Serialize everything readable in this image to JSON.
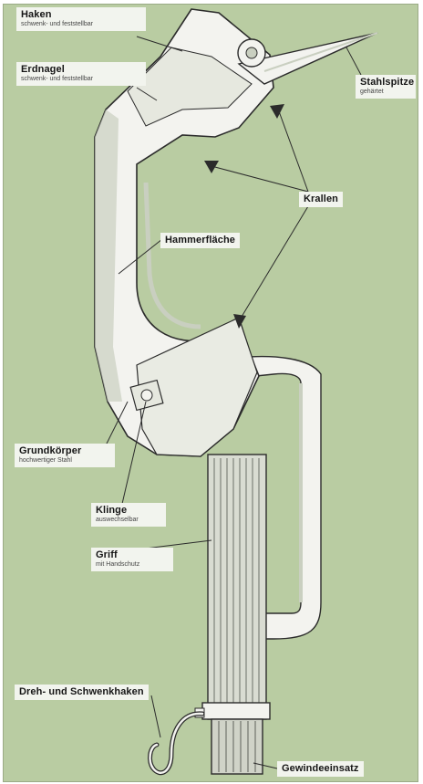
{
  "labels": {
    "haken": {
      "title": "Haken",
      "sub": "schwenk- und feststellbar"
    },
    "erdnagel": {
      "title": "Erdnagel",
      "sub": "schwenk- und feststellbar"
    },
    "stahlspitze": {
      "title": "Stahlspitze",
      "sub": "gehärtet"
    },
    "krallen": {
      "title": "Krallen"
    },
    "hammerflaeche": {
      "title": "Hammerfläche"
    },
    "grundkoerper": {
      "title": "Grundkörper",
      "sub": "hochwertiger Stahl"
    },
    "klinge": {
      "title": "Klinge",
      "sub": "auswechselbar"
    },
    "griff": {
      "title": "Griff",
      "sub": "mit Handschutz"
    },
    "drehhaken": {
      "title": "Dreh- und Schwenkhaken"
    },
    "gewinde": {
      "title": "Gewindeeinsatz"
    }
  },
  "colors": {
    "background": "#b9cca2",
    "label_box": "#f2f4ee",
    "tool_body": "#f3f3ef",
    "tool_shade": "#c9cfc0",
    "outline": "#2b2b2b"
  }
}
